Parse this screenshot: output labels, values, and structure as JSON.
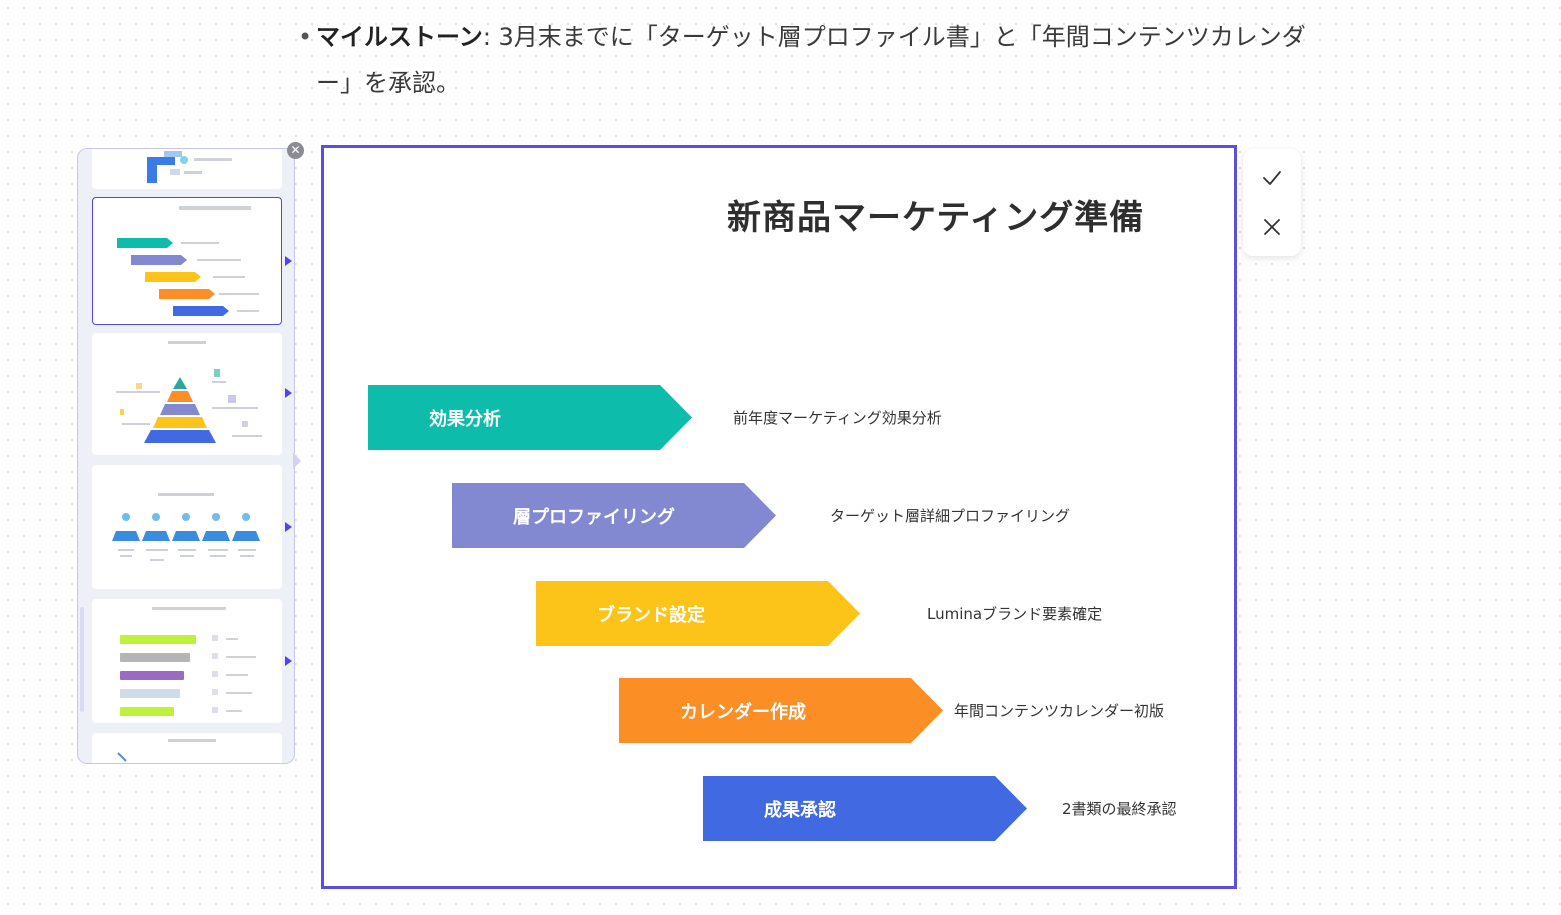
{
  "doc": {
    "milestone_label": "マイルストーン",
    "milestone_text_line1": ": 3月末までに「ターゲット層プロファイル書」と「年間コンテンツカレンダ",
    "milestone_text_line2": "ー」を承認。"
  },
  "slide": {
    "title": "新商品マーケティング準備",
    "steps": [
      {
        "label": "効果分析",
        "desc": "前年度マーケティング効果分析",
        "color": "#0dbcaa"
      },
      {
        "label": "層プロファイリング",
        "desc": "ターゲット層詳細プロファイリング",
        "color": "#8389d1"
      },
      {
        "label": "ブランド設定",
        "desc": "Luminaブランド要素確定",
        "color": "#fcc319"
      },
      {
        "label": "カレンダー作成",
        "desc": "年間コンテンツカレンダー初版",
        "color": "#fb8f26"
      },
      {
        "label": "成果承認",
        "desc": "2書類の最終承認",
        "color": "#4169e1"
      }
    ]
  },
  "colors": {
    "accent": "#5a4fe0",
    "thumb_bars": [
      "#0dbcaa",
      "#8389d1",
      "#fcc319",
      "#fb8f26",
      "#4169e1"
    ],
    "pyramid": [
      "#2aa8a0",
      "#fb8f26",
      "#8389d1",
      "#fcc319",
      "#4169e1"
    ],
    "list_bars": [
      "#bff03a",
      "#b5b5b8",
      "#9b6bc3",
      "#cfdbe6",
      "#bff03a"
    ]
  },
  "icons": {
    "close": "close-icon",
    "confirm": "check-icon",
    "cancel": "x-icon"
  }
}
